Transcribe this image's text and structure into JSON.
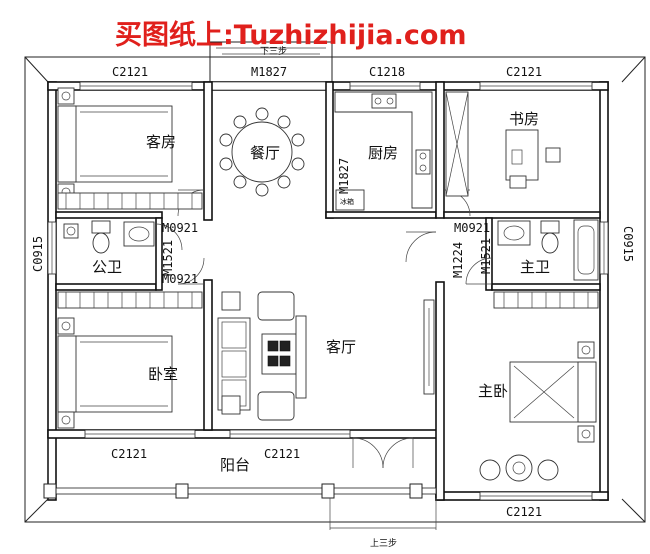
{
  "watermark": "买图纸上:Tuzhizhijia.com",
  "rooms": {
    "guest_room": "客房",
    "dining": "餐厅",
    "kitchen": "厨房",
    "study": "书房",
    "public_bath": "公卫",
    "master_bath": "主卫",
    "bedroom": "卧室",
    "living": "客厅",
    "master_bedroom": "主卧",
    "balcony": "阳台"
  },
  "windows": {
    "top_left": "C2121",
    "top_middle": "M1827",
    "top_kitchen": "C1218",
    "top_right": "C2121",
    "left_side": "C0915",
    "right_side": "C0915",
    "bottom_left": "C2121",
    "bottom_balcony": "C2121",
    "bottom_right": "C2121"
  },
  "doors": {
    "kitchen_door": "M1827",
    "guest_door": "M0921",
    "public_bath_door": "M1521",
    "bedroom_door": "M0921",
    "master_door": "M0921",
    "entry_door": "M1224",
    "master_bath_door": "M1521"
  },
  "steps": {
    "top": "下三步",
    "bottom": "上三步"
  },
  "fridge": "冰箱"
}
